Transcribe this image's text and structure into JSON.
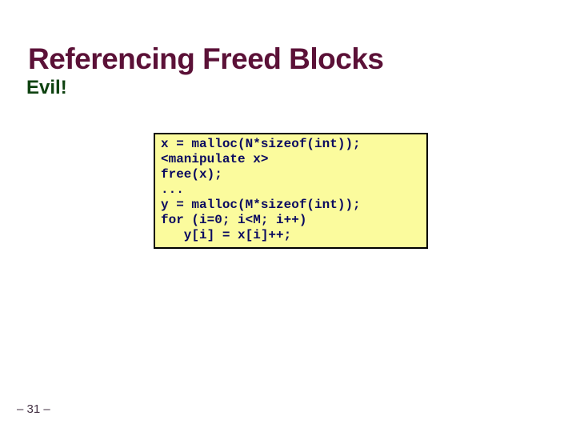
{
  "slide": {
    "title": "Referencing Freed Blocks",
    "subtitle": "Evil!",
    "page_number": "– 31 –",
    "code_block": {
      "lines": [
        "x = malloc(N*sizeof(int));",
        "<manipulate x>",
        "free(x);",
        "...",
        "y = malloc(M*sizeof(int));",
        "for (i=0; i<M; i++)",
        "   y[i] = x[i]++;"
      ]
    }
  },
  "colors": {
    "title": "#5B1137",
    "subtitle": "#0E4210",
    "code_text": "#0A0A60",
    "code_bg": "#FBFB9D",
    "code_border": "#000000",
    "page_number": "#433143"
  }
}
